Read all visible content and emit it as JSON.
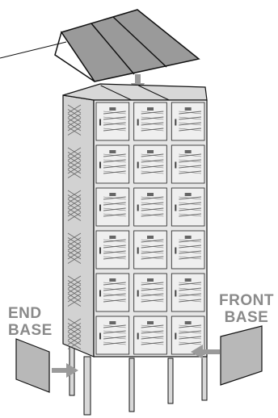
{
  "labels": {
    "end_base": [
      "END",
      "BASE"
    ],
    "front_base": [
      "FRONT",
      "BASE"
    ]
  },
  "locker": {
    "columns": 3,
    "tiers": 6,
    "colors": {
      "front": "#e6e6e6",
      "side": "#d2d2d2",
      "top": "#d8d8d8",
      "edge": "#555555",
      "vent": "#6a6a6a",
      "arrow": "#9a9a9a",
      "label": "#8a8a8a"
    }
  }
}
